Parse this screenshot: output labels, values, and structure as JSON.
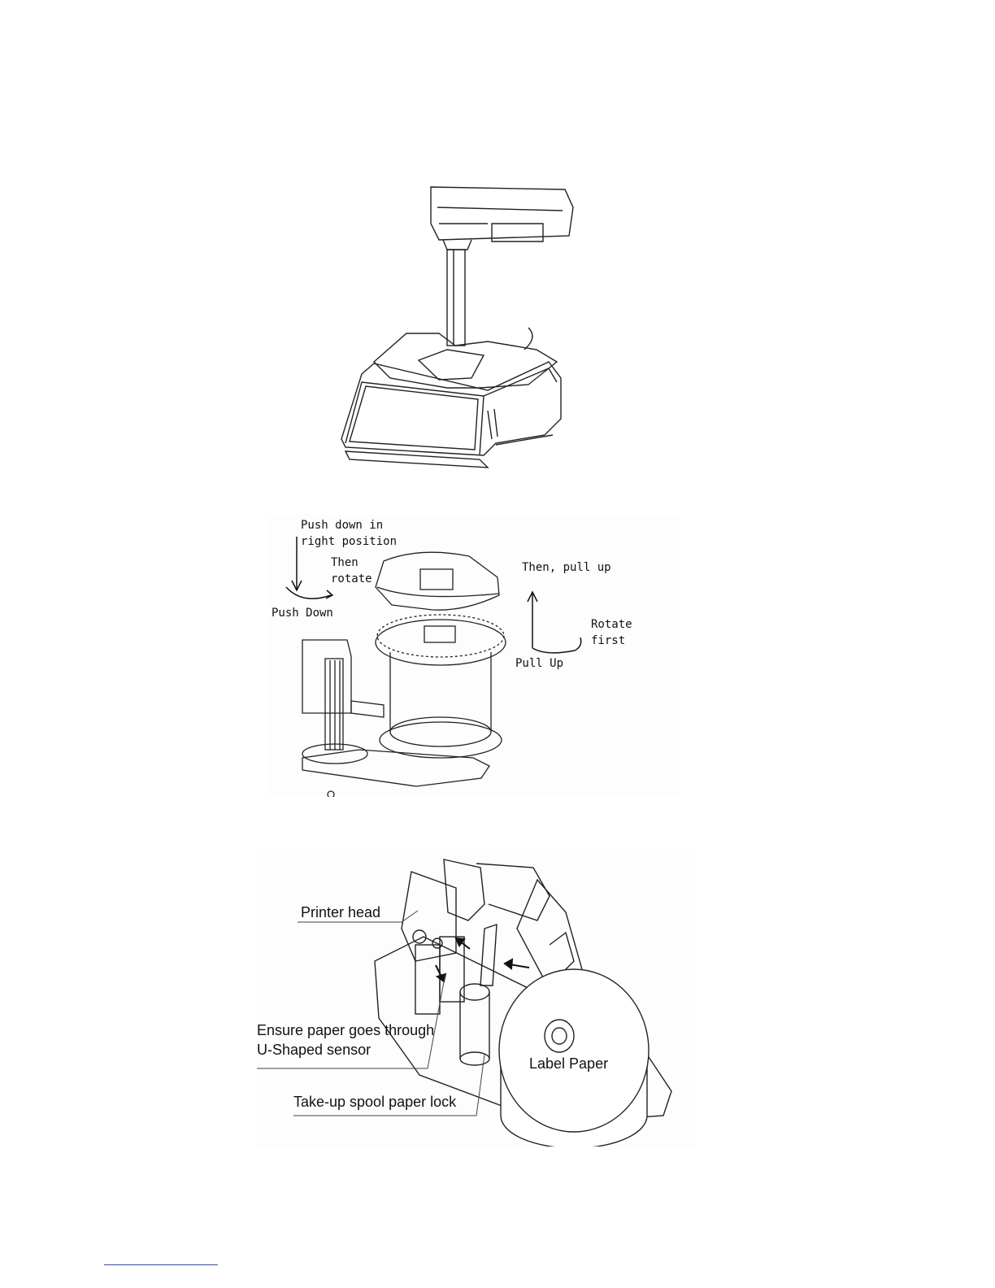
{
  "figure2": {
    "labels": {
      "push_down_in": "Push down in",
      "right_position": "right position",
      "then": "Then",
      "rotate": "rotate",
      "push_down": "Push Down",
      "then_pull_up": "Then, pull up",
      "rotate_word": "Rotate",
      "first": "first",
      "pull_up": "Pull Up"
    }
  },
  "figure3": {
    "labels": {
      "printer_head": "Printer head",
      "ensure_line1": "Ensure paper goes through",
      "ensure_line2": "U-Shaped sensor",
      "take_up": "Take-up spool paper lock",
      "label_paper": "Label Paper"
    }
  }
}
